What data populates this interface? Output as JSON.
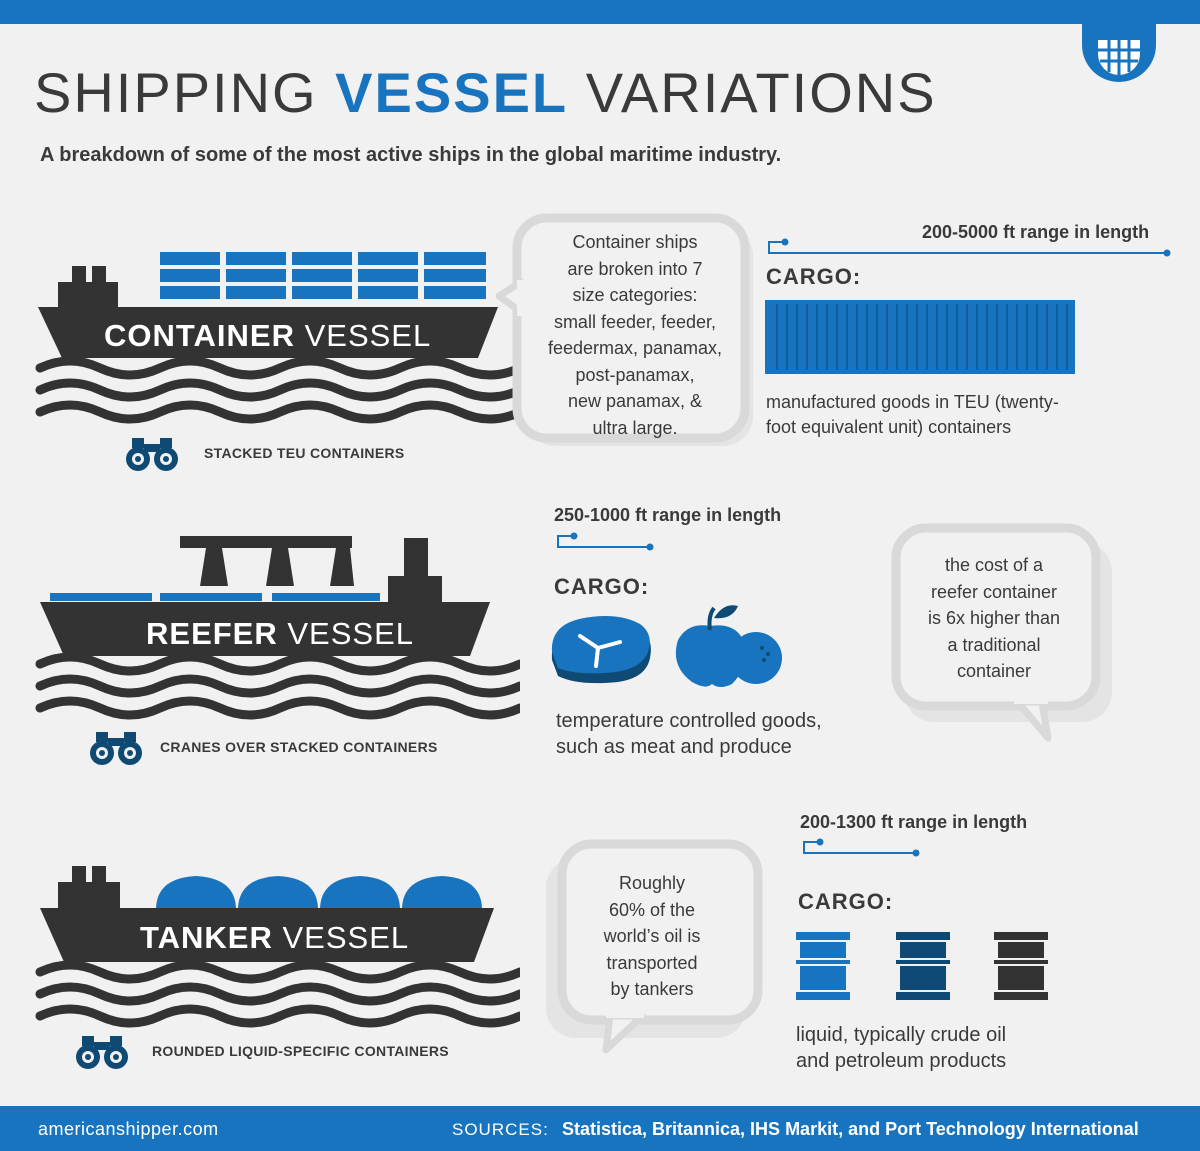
{
  "header": {
    "title_part1": "SHIPPING ",
    "title_highlight": "VESSEL",
    "title_part2": " VARIATIONS",
    "subtitle": "A breakdown of some of the most active ships in the global maritime industry."
  },
  "colors": {
    "accent_blue": "#1874bf",
    "dark_blue": "#0e4a73",
    "charcoal": "#3a3a3c",
    "background": "#f1f1f1",
    "bubble_border": "#d9d9d9"
  },
  "vessels": [
    {
      "name_bold": "CONTAINER",
      "name_thin": " VESSEL",
      "caption": "STACKED TEU CONTAINERS",
      "bubble": [
        "Container ships",
        "are broken into 7",
        "size categories:",
        "small feeder, feeder,",
        "feedermax, panamax,",
        "post-panamax,",
        "new panamax, &",
        "ultra large."
      ],
      "range": "200-5000 ft range in length",
      "cargo_label": "CARGO:",
      "cargo_desc": [
        "manufactured goods in TEU (twenty-",
        "foot equivalent unit) containers"
      ],
      "cargo_icon": "shipping-container-icon"
    },
    {
      "name_bold": "REEFER",
      "name_thin": " VESSEL",
      "caption": "CRANES OVER STACKED CONTAINERS",
      "bubble": [
        "the cost of a",
        "reefer container",
        "is 6x higher than",
        "a traditional",
        "container"
      ],
      "range": "250-1000 ft range in length",
      "cargo_label": "CARGO:",
      "cargo_desc": [
        "temperature controlled goods,",
        "such as meat and produce"
      ],
      "cargo_icon": "steak-and-fruit-icon"
    },
    {
      "name_bold": "TANKER",
      "name_thin": " VESSEL",
      "caption": "ROUNDED LIQUID-SPECIFIC CONTAINERS",
      "bubble": [
        "Roughly",
        "60% of the",
        "world’s oil is",
        "transported",
        "by tankers"
      ],
      "range": "200-1300 ft range in length",
      "cargo_label": "CARGO:",
      "cargo_desc": [
        "liquid, typically crude oil",
        "and petroleum products"
      ],
      "cargo_icon": "oil-barrel-icon"
    }
  ],
  "footer": {
    "site": "americanshipper.com",
    "sources_label": "SOURCES:",
    "sources": "Statistica, Britannica, IHS Markit, and Port Technology International"
  }
}
